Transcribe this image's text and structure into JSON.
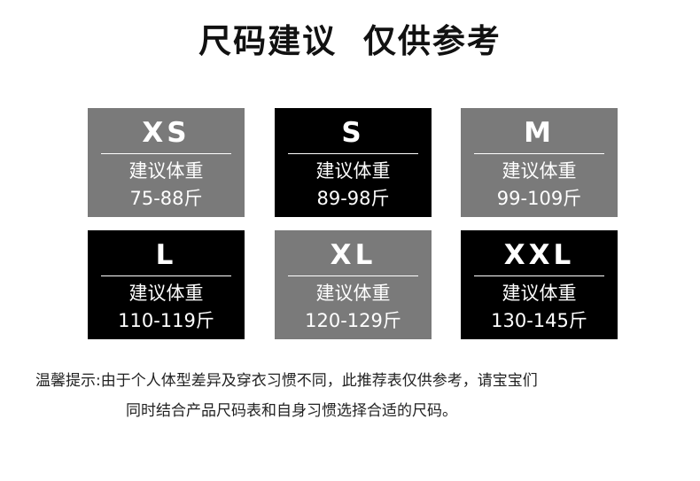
{
  "title": "尺码建议  仅供参考",
  "cards": [
    {
      "size": "XS",
      "label": "建议体重",
      "range": "75-88斤",
      "color": "#7a7a7a"
    },
    {
      "size": "S",
      "label": "建议体重",
      "range": "89-98斤",
      "color": "#000000"
    },
    {
      "size": "M",
      "label": "建议体重",
      "range": "99-109斤",
      "color": "#7a7a7a"
    },
    {
      "size": "L",
      "label": "建议体重",
      "range": "110-119斤",
      "color": "#000000"
    },
    {
      "size": "XL",
      "label": "建议体重",
      "range": "120-129斤",
      "color": "#7a7a7a"
    },
    {
      "size": "XXL",
      "label": "建议体重",
      "range": "130-145斤",
      "color": "#000000"
    }
  ],
  "note": {
    "line1": "温馨提示:由于个人体型差异及穿衣习惯不同，此推荐表仅供参考，请宝宝们",
    "line2": "同时结合产品尺码表和自身习惯选择合适的尺码。"
  }
}
